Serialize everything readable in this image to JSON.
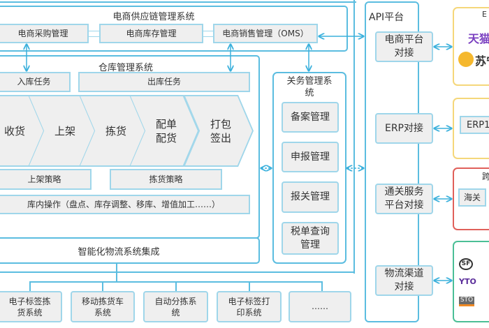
{
  "supply_chain": {
    "title": "电商供应链管理系统",
    "modules": [
      "电商采购管理",
      "电商库存管理",
      "电商销售管理（OMS）"
    ]
  },
  "warehouse": {
    "title": "仓库管理系统",
    "tasks": [
      "入库任务",
      "出库任务"
    ],
    "steps": [
      "收货",
      "上架",
      "拣货",
      "配单\n配货",
      "打包\n签出"
    ],
    "strategies": [
      "上架策略",
      "拣货策略"
    ],
    "operations": "库内操作（盘点、库存调整、移库、增值加工……）"
  },
  "integration": {
    "title": "智能化物流系统集成",
    "systems": [
      "电子标签拣\n货系统",
      "移动拣货车\n系统",
      "自动分拣系\n统",
      "电子标签打\n印系统",
      "……"
    ]
  },
  "customs": {
    "title": "关务管理系\n统",
    "items": [
      "备案管理",
      "申报管理",
      "报关管理",
      "税单查询\n管理"
    ]
  },
  "api": {
    "title": "API平台",
    "items": [
      "电商平台\n对接",
      "ERP对接",
      "通关服务\n平台对接",
      "物流渠道\n对接"
    ]
  },
  "external": {
    "ecommerce": {
      "title": "E",
      "logos": [
        "天猫",
        "苏宁"
      ],
      "color": "#f5d77a"
    },
    "erp": {
      "items": [
        "ERP1"
      ],
      "color": "#f5d77a"
    },
    "customs": {
      "title": "跨境",
      "items": [
        "海关"
      ],
      "color": "#e0605a"
    },
    "logistics": {
      "logos": [
        "SF",
        "YTO",
        "STO"
      ],
      "color": "#4bbf96"
    }
  },
  "colors": {
    "line": "#5bbde0",
    "box_fill": "#efefef",
    "box_border": "#9fd6ea"
  }
}
